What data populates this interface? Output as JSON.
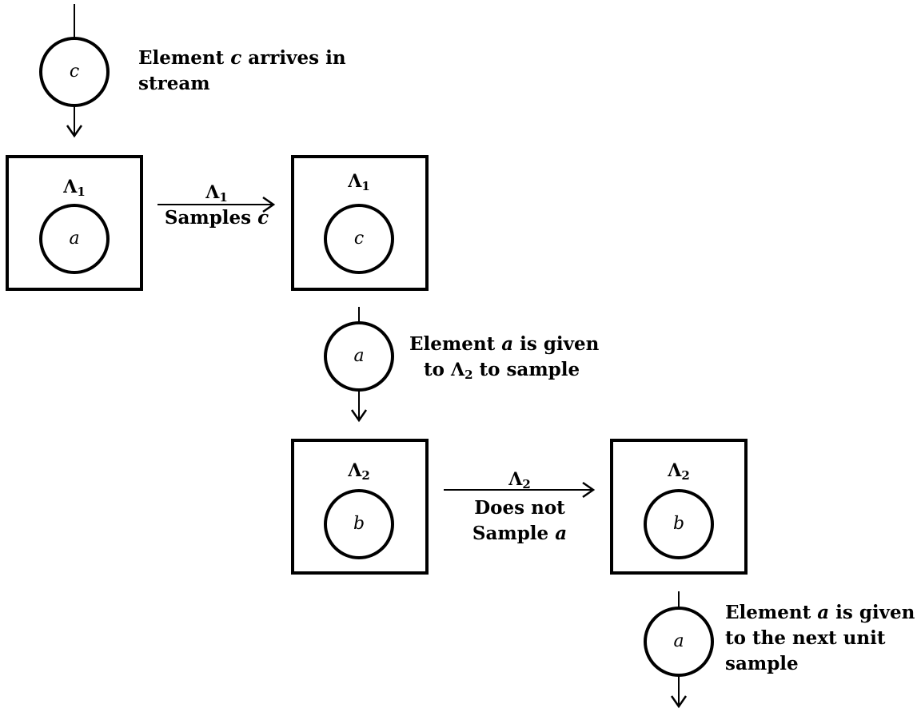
{
  "stream_input": {
    "element": "c",
    "text_1": "Element",
    "var": "c",
    "text_2": "arrives in",
    "text_3": "stream"
  },
  "unit1_before": {
    "lambda": "Λ",
    "sub": "1",
    "element": "a"
  },
  "unit1_arrow": {
    "lambda": "Λ",
    "sub": "1",
    "text": "Samples",
    "var": "c"
  },
  "unit1_after": {
    "lambda": "Λ",
    "sub": "1",
    "element": "c"
  },
  "pass_to_unit2": {
    "element": "a",
    "text_1": "Element",
    "var": "a",
    "text_2": "is given",
    "text_3": "to",
    "lambda": "Λ",
    "sub": "2",
    "text_4": "to sample"
  },
  "unit2_before": {
    "lambda": "Λ",
    "sub": "2",
    "element": "b"
  },
  "unit2_arrow": {
    "lambda": "Λ",
    "sub": "2",
    "text_1": "Does not",
    "text_2": "Sample",
    "var": "a"
  },
  "unit2_after": {
    "lambda": "Λ",
    "sub": "2",
    "element": "b"
  },
  "pass_to_next": {
    "element": "a",
    "text_1": "Element",
    "var": "a",
    "text_2": "is given",
    "text_3": "to the next unit",
    "text_4": "sample"
  }
}
